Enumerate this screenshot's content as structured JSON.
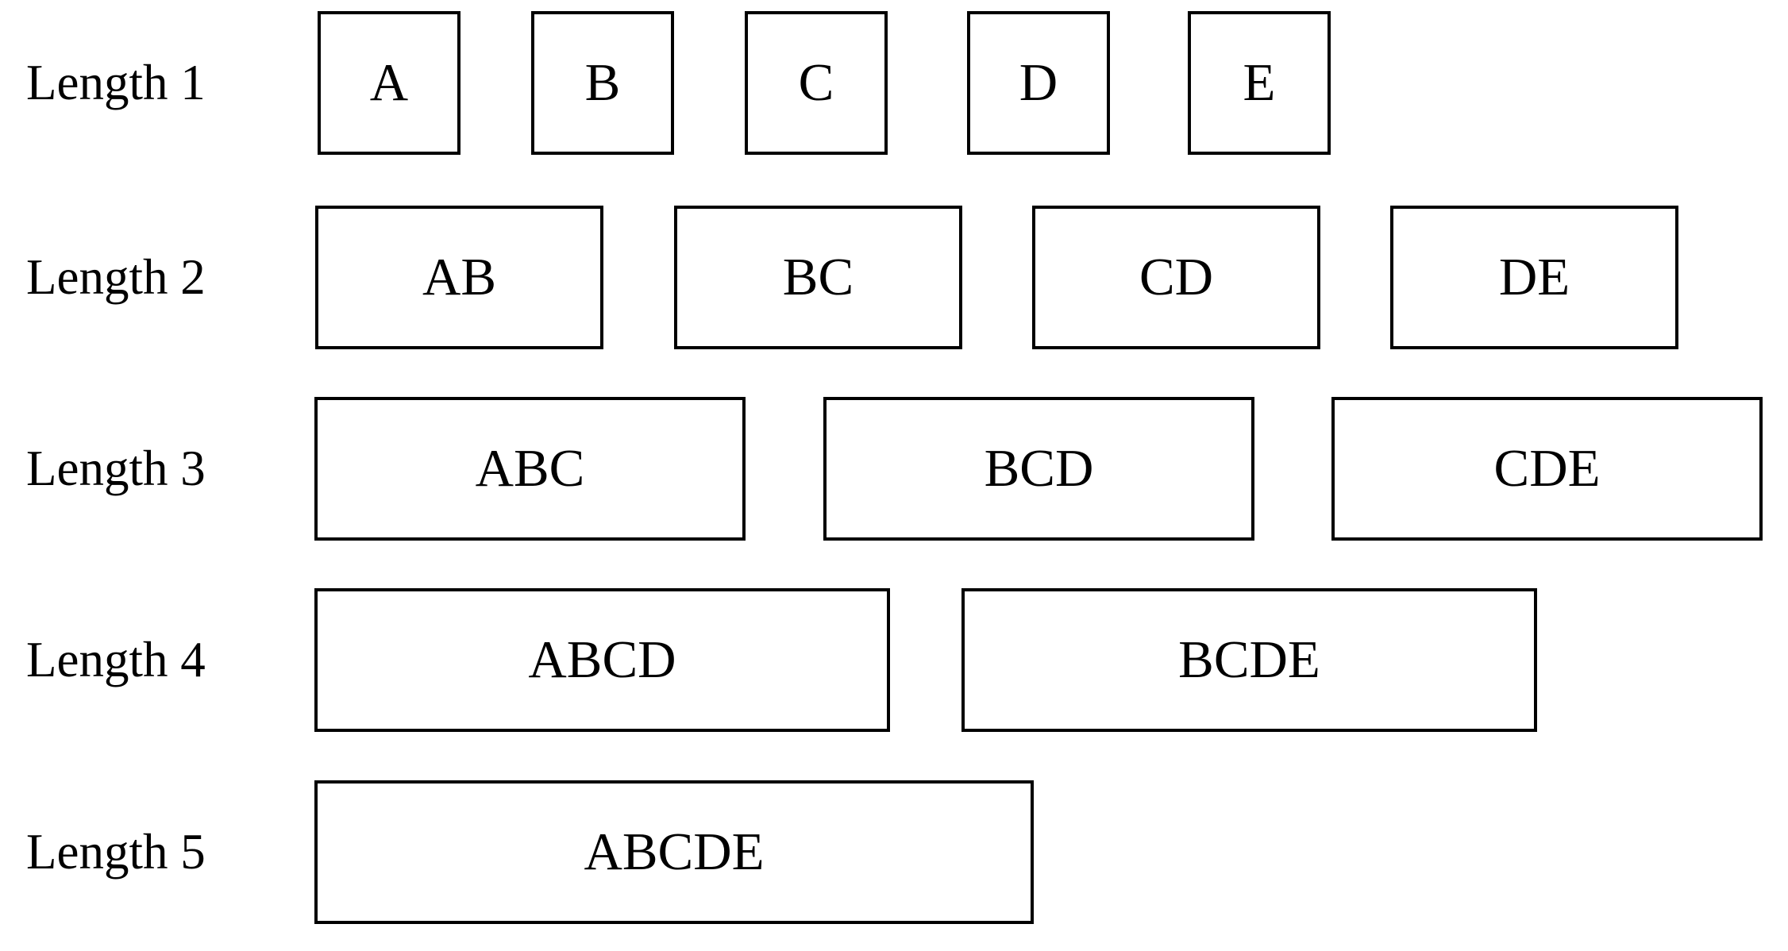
{
  "diagram": {
    "description": "All contiguous substrings of ABCDE grouped by length",
    "colors": {
      "background": "#ffffff",
      "border": "#000000",
      "text": "#000000"
    },
    "rows": [
      {
        "label": "Length 1",
        "boxes": [
          "A",
          "B",
          "C",
          "D",
          "E"
        ]
      },
      {
        "label": "Length 2",
        "boxes": [
          "AB",
          "BC",
          "CD",
          "DE"
        ]
      },
      {
        "label": "Length 3",
        "boxes": [
          "ABC",
          "BCD",
          "CDE"
        ]
      },
      {
        "label": "Length 4",
        "boxes": [
          "ABCD",
          "BCDE"
        ]
      },
      {
        "label": "Length 5",
        "boxes": [
          "ABCDE"
        ]
      }
    ]
  }
}
